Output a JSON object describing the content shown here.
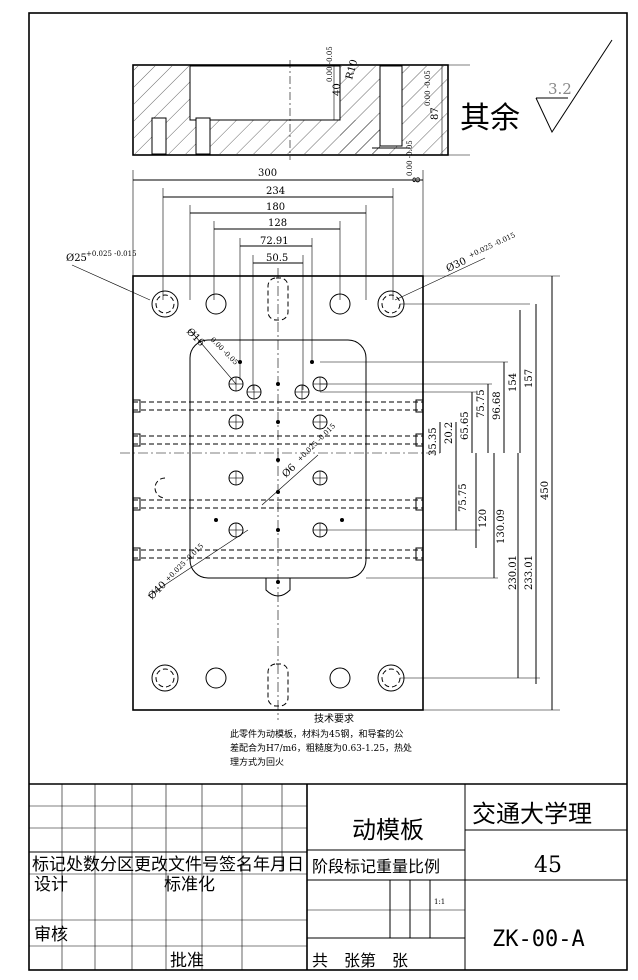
{
  "roughness": {
    "label": "其余",
    "value": "3.2"
  },
  "section_view": {
    "dim_r": "R10",
    "dim_40": "40",
    "tol_40": "0.00 -0.05",
    "dim_87": "87",
    "tol_87": "0.00 -0.05"
  },
  "dimensions": {
    "h300": "300",
    "h234": "234",
    "h180": "180",
    "h128": "128",
    "h72_91": "72.91",
    "h50_5": "50.5",
    "hole_25": "Ø25",
    "tol_25": "+0.025 -0.015",
    "hole_30": "Ø30",
    "tol_30": "+0.025 -0.015",
    "hole_16": "Ø16",
    "tol_16": "0.00 -0.05",
    "hole_6": "Ø6",
    "tol_6": "+0.025 -0.015",
    "hole_40": "Ø40",
    "tol_40h": "+0.025 -0.015",
    "v8": "8",
    "tol_8": "0.00 -0.05",
    "v154": "154",
    "v157": "157",
    "v96_68": "96.68",
    "v75_75a": "75.75",
    "v65_65": "65.65",
    "v20_2": "20.2",
    "v35_35": "35.35",
    "v75_75b": "75.75",
    "v120": "120",
    "v130_09": "130.09",
    "v230_01": "230.01",
    "v233_01": "233.01",
    "v450": "450"
  },
  "tech_requirements": {
    "title": "技术要求",
    "line1": "此零件为动模板，材料为45钢，和导套的公",
    "line2": "差配合为H7/m6，粗糙度为0.63-1.25，热处",
    "line3": "理方式为回火"
  },
  "title_block": {
    "part_name": "动模板",
    "school": "交通大学理",
    "material": "45",
    "drawing_no": "ZK-00-A",
    "scale": "1:1",
    "row_headers": "标记处数分区更改文件号签名年月日",
    "design": "设计",
    "standardize": "标准化",
    "review": "审核",
    "approve": "批准",
    "stage_mark": "阶段标记重量比例",
    "total_sheets": "共　张第　张"
  }
}
